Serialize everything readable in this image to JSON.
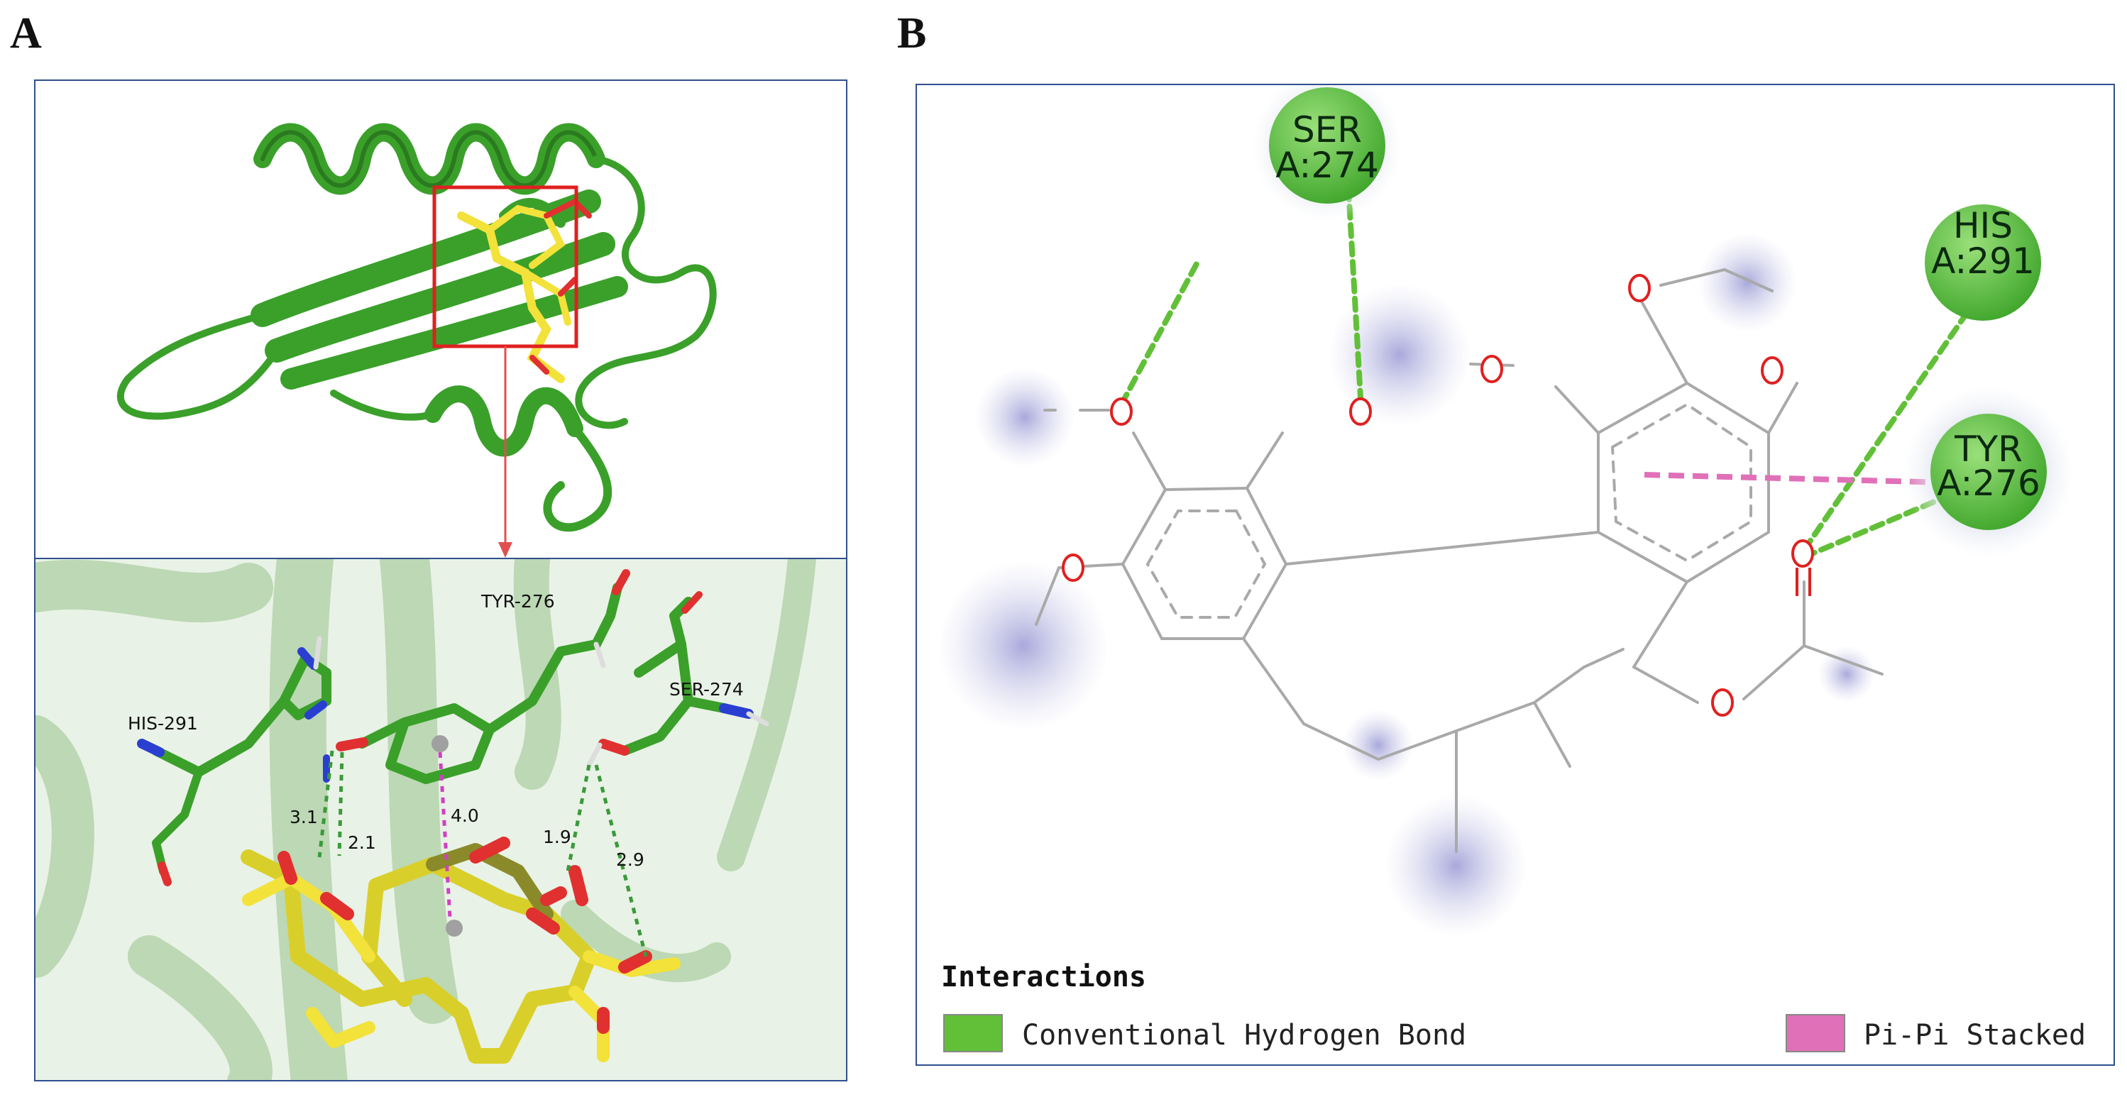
{
  "panels": {
    "a": {
      "letter": "A"
    },
    "b": {
      "letter": "B"
    }
  },
  "residues_3d": {
    "his": "HIS-291",
    "tyr": "TYR-276",
    "ser": "SER-274"
  },
  "distances": {
    "d1": "3.1",
    "d2": "2.1",
    "d3": "4.0",
    "d4": "1.9",
    "d5": "2.9"
  },
  "residues_2d": {
    "ser": {
      "line1": "SER",
      "line2": "A:274"
    },
    "his": {
      "line1": "HIS",
      "line2": "A:291"
    },
    "tyr": {
      "line1": "TYR",
      "line2": "A:276"
    }
  },
  "legend": {
    "title": "Interactions",
    "items": [
      {
        "label": "Conventional Hydrogen Bond",
        "color": "#62c038"
      },
      {
        "label": "Pi-Pi Stacked",
        "color": "#e070b8"
      }
    ]
  },
  "colors": {
    "protein": "#3aa02a",
    "ligand": "#f2e23a",
    "oxygen": "#e03030",
    "nitrogen": "#2a3fd0",
    "frame": "#2f4f8f",
    "highlight_box": "#e02020",
    "hbond": "#62c038",
    "pi": "#e070b8",
    "bond2d": "#a9a9a9",
    "atom_o": "#e02020"
  }
}
